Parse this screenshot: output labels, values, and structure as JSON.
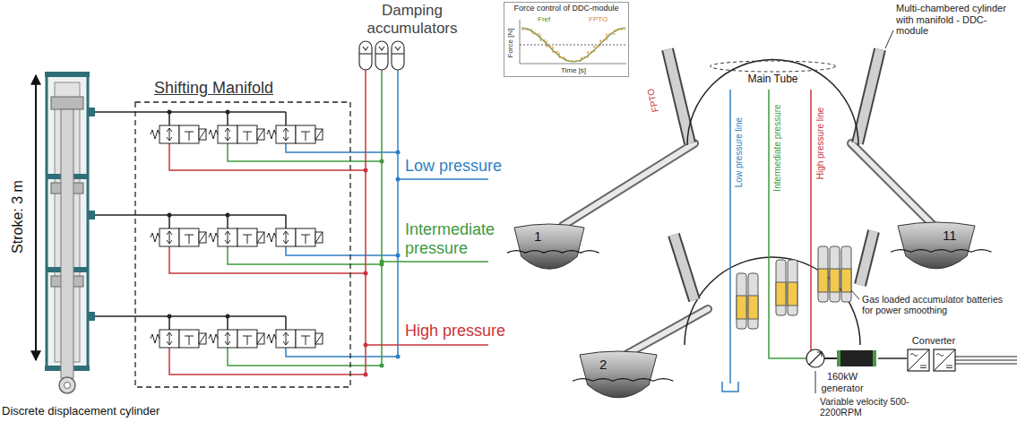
{
  "diagram": {
    "caption": "Discrete displacement cylinder",
    "nodes": [
      {
        "text": [
          "Shifting Manifold"
        ]
      },
      {
        "text": [
          "Force control of DDC-module"
        ]
      },
      {
        "text": [
          "Main Tube"
        ]
      },
      {
        "text": [
          "1"
        ]
      },
      {
        "text": [
          "11"
        ]
      },
      {
        "text": [
          "2"
        ]
      },
      {
        "text": [
          "160kW generator"
        ]
      },
      {
        "text": [
          "Converter"
        ]
      }
    ],
    "edges": [
      {
        "from": 6,
        "to": 7,
        "arrow": "none"
      }
    ],
    "labels": [
      "Stroke: 3 m",
      "Damping accumulators",
      "Low pressure",
      "Intermediate pressure",
      "High pressure",
      "Force [N]",
      "Time [s]",
      "Fref",
      "FPTO",
      "Multi-chambered cylinder with manifold - DDC-module",
      "FPTO",
      "Low pressure line",
      "Intermediate pressure",
      "High pressure line",
      "Gas loaded accumulator batteries for power smoothing",
      "Variable velocity 500-2200RPM"
    ]
  }
}
